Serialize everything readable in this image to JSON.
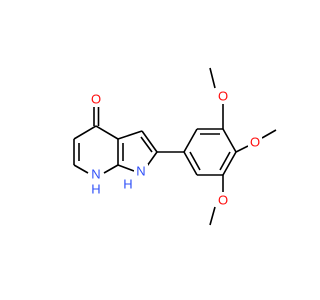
{
  "molecule": {
    "atoms": [
      {
        "id": "O_carbonyl",
        "symbol": "O",
        "color": "#ff0d0d"
      },
      {
        "id": "N_pyridine",
        "symbol": "N",
        "h": "H",
        "color": "#3050f8"
      },
      {
        "id": "N_pyrrole",
        "symbol": "N",
        "h": "H",
        "color": "#3050f8"
      },
      {
        "id": "O_meta_top",
        "symbol": "O",
        "color": "#ff0d0d"
      },
      {
        "id": "O_para",
        "symbol": "O",
        "color": "#ff0d0d"
      },
      {
        "id": "O_meta_bottom",
        "symbol": "O",
        "color": "#ff0d0d"
      }
    ]
  }
}
